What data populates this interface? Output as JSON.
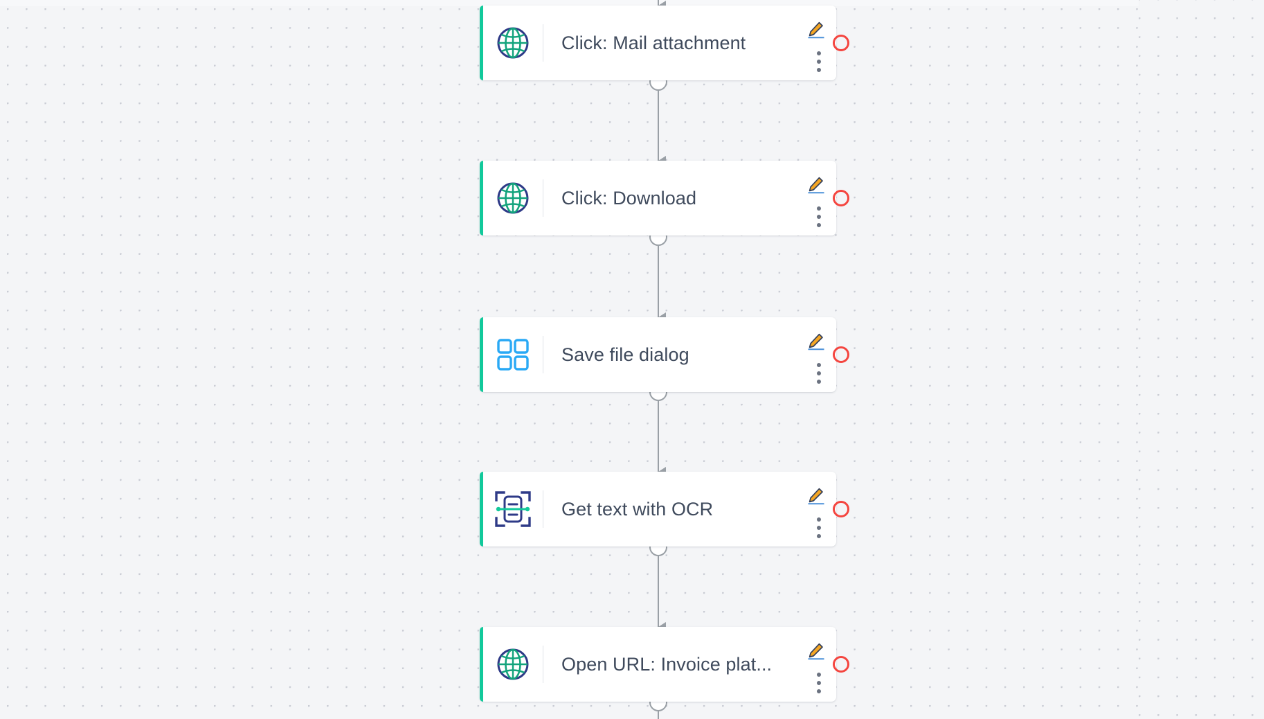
{
  "canvas": {
    "background_color": "#f4f5f7",
    "dot_color": "#c9ccd4",
    "accent_color": "#12c99b",
    "breakpoint_color": "#f4453f",
    "label_color": "#3f4a5c",
    "connector_color": "#9aa0a6"
  },
  "nodes": [
    {
      "id": "node-mail-attachment",
      "label": "Click: Mail attachment",
      "icon": "globe-icon",
      "accent": "#12c99b",
      "breakpoint": true,
      "edit_icon": "pencil-icon",
      "more_icon": "more-vertical-icon"
    },
    {
      "id": "node-download",
      "label": "Click: Download",
      "icon": "globe-icon",
      "accent": "#12c99b",
      "breakpoint": true,
      "edit_icon": "pencil-icon",
      "more_icon": "more-vertical-icon"
    },
    {
      "id": "node-save-file-dialog",
      "label": "Save file dialog",
      "icon": "grid-squares-icon",
      "accent": "#12c99b",
      "breakpoint": true,
      "edit_icon": "pencil-icon",
      "more_icon": "more-vertical-icon"
    },
    {
      "id": "node-get-text-ocr",
      "label": "Get text with OCR",
      "icon": "ocr-scanner-icon",
      "accent": "#12c99b",
      "breakpoint": true,
      "edit_icon": "pencil-icon",
      "more_icon": "more-vertical-icon"
    },
    {
      "id": "node-open-url-invoice",
      "label": "Open URL: Invoice plat...",
      "icon": "globe-icon",
      "accent": "#12c99b",
      "breakpoint": true,
      "edit_icon": "pencil-icon",
      "more_icon": "more-vertical-icon"
    }
  ]
}
